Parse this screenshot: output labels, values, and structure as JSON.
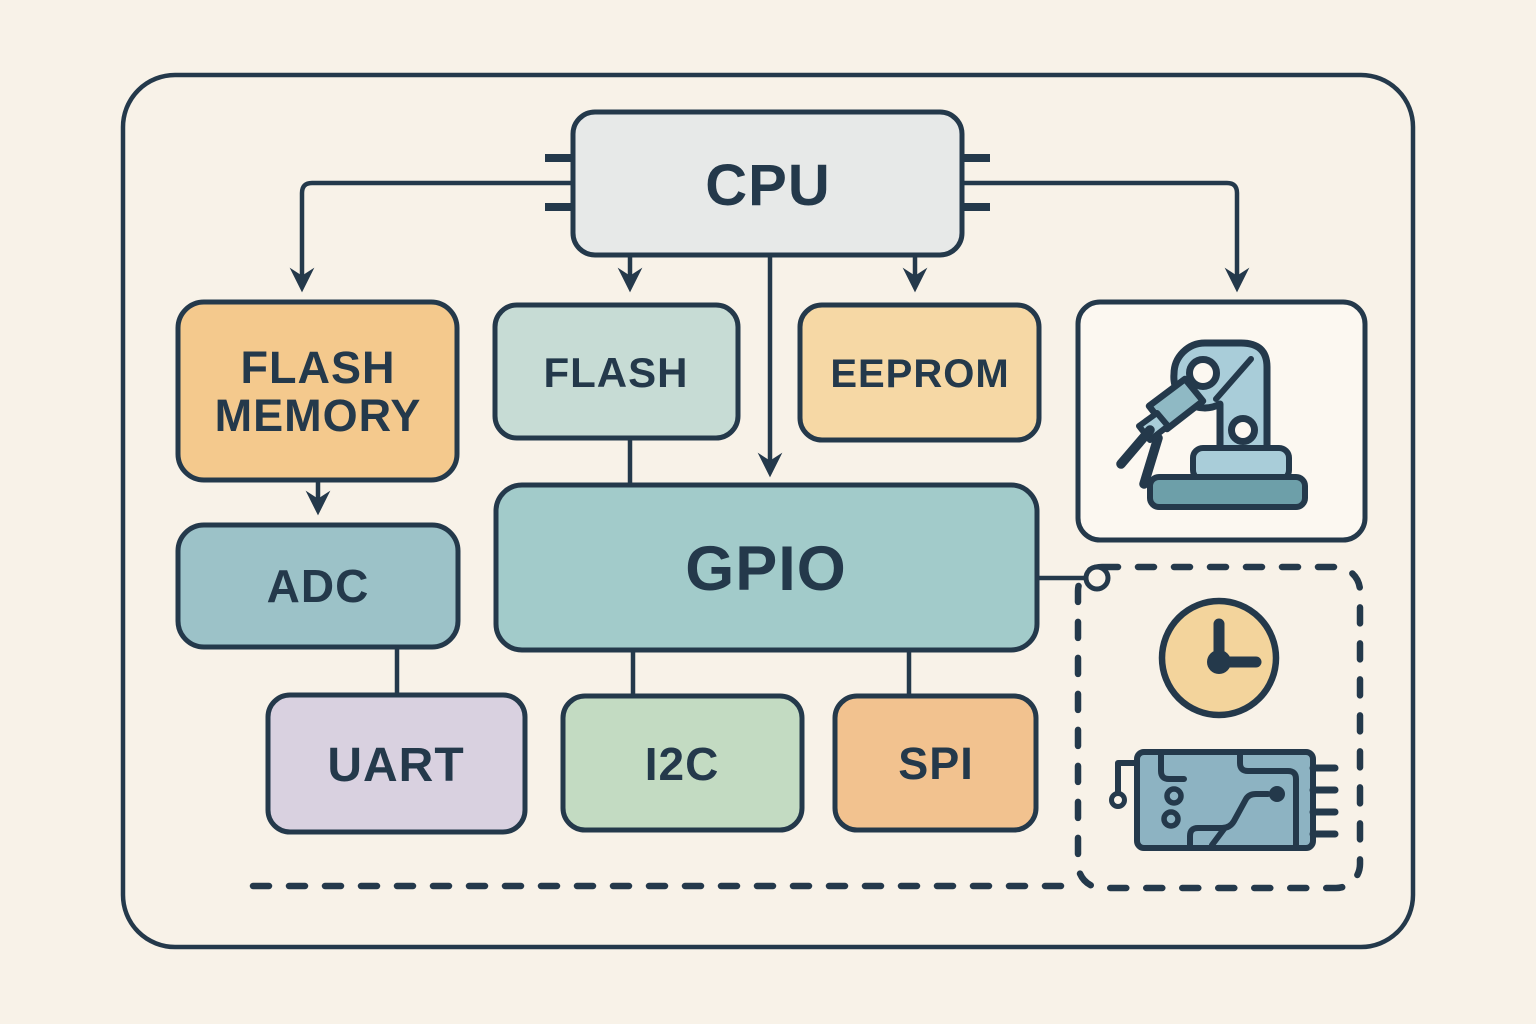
{
  "canvas": {
    "background": "#f8f2e8",
    "ink": "#24394b"
  },
  "nodes": {
    "cpu": {
      "label": "CPU",
      "fill": "#e7e9e8"
    },
    "flash_memory": {
      "label": "FLASH MEMORY",
      "line1": "FLASH",
      "line2": "MEMORY",
      "fill": "#f4c98d"
    },
    "flash": {
      "label": "FLASH",
      "fill": "#c7dcd5"
    },
    "eeprom": {
      "label": "EEPROM",
      "fill": "#f6d8a5"
    },
    "adc": {
      "label": "ADC",
      "fill": "#9cc2c8"
    },
    "gpio": {
      "label": "GPIO",
      "fill": "#a2cbca"
    },
    "uart": {
      "label": "UART",
      "fill": "#d9d1e0"
    },
    "i2c": {
      "label": "I2C",
      "fill": "#c3dbc2"
    },
    "spi": {
      "label": "SPI",
      "fill": "#f2c28f"
    }
  },
  "icons": {
    "robot_arm": {
      "name": "robot-arm-icon",
      "panel_fill": "#fcf8f1",
      "arm_fill": "#a9cdd9",
      "arm_mid_fill": "#8fb9c4",
      "base_fill": "#6d9fa9"
    },
    "clock": {
      "name": "clock-icon",
      "fill": "#f3d49c"
    },
    "circuit_chip": {
      "name": "circuit-chip-icon",
      "fill": "#8db3c2"
    }
  },
  "edges": [
    {
      "from": "CPU",
      "to": "FLASH MEMORY",
      "arrow": true
    },
    {
      "from": "CPU",
      "to": "FLASH",
      "arrow": true
    },
    {
      "from": "CPU",
      "to": "GPIO",
      "arrow": true
    },
    {
      "from": "CPU",
      "to": "EEPROM",
      "arrow": true
    },
    {
      "from": "CPU",
      "to": "robot-arm-panel",
      "arrow": true
    },
    {
      "from": "FLASH MEMORY",
      "to": "ADC",
      "arrow": true
    },
    {
      "from": "ADC",
      "to": "UART",
      "arrow": false
    },
    {
      "from": "FLASH",
      "to": "GPIO",
      "arrow": false
    },
    {
      "from": "GPIO",
      "to": "I2C",
      "arrow": false
    },
    {
      "from": "GPIO",
      "to": "SPI",
      "arrow": false
    },
    {
      "from": "GPIO",
      "to": "dashed-peripheral-group",
      "arrow": false,
      "terminal": "circle"
    }
  ]
}
